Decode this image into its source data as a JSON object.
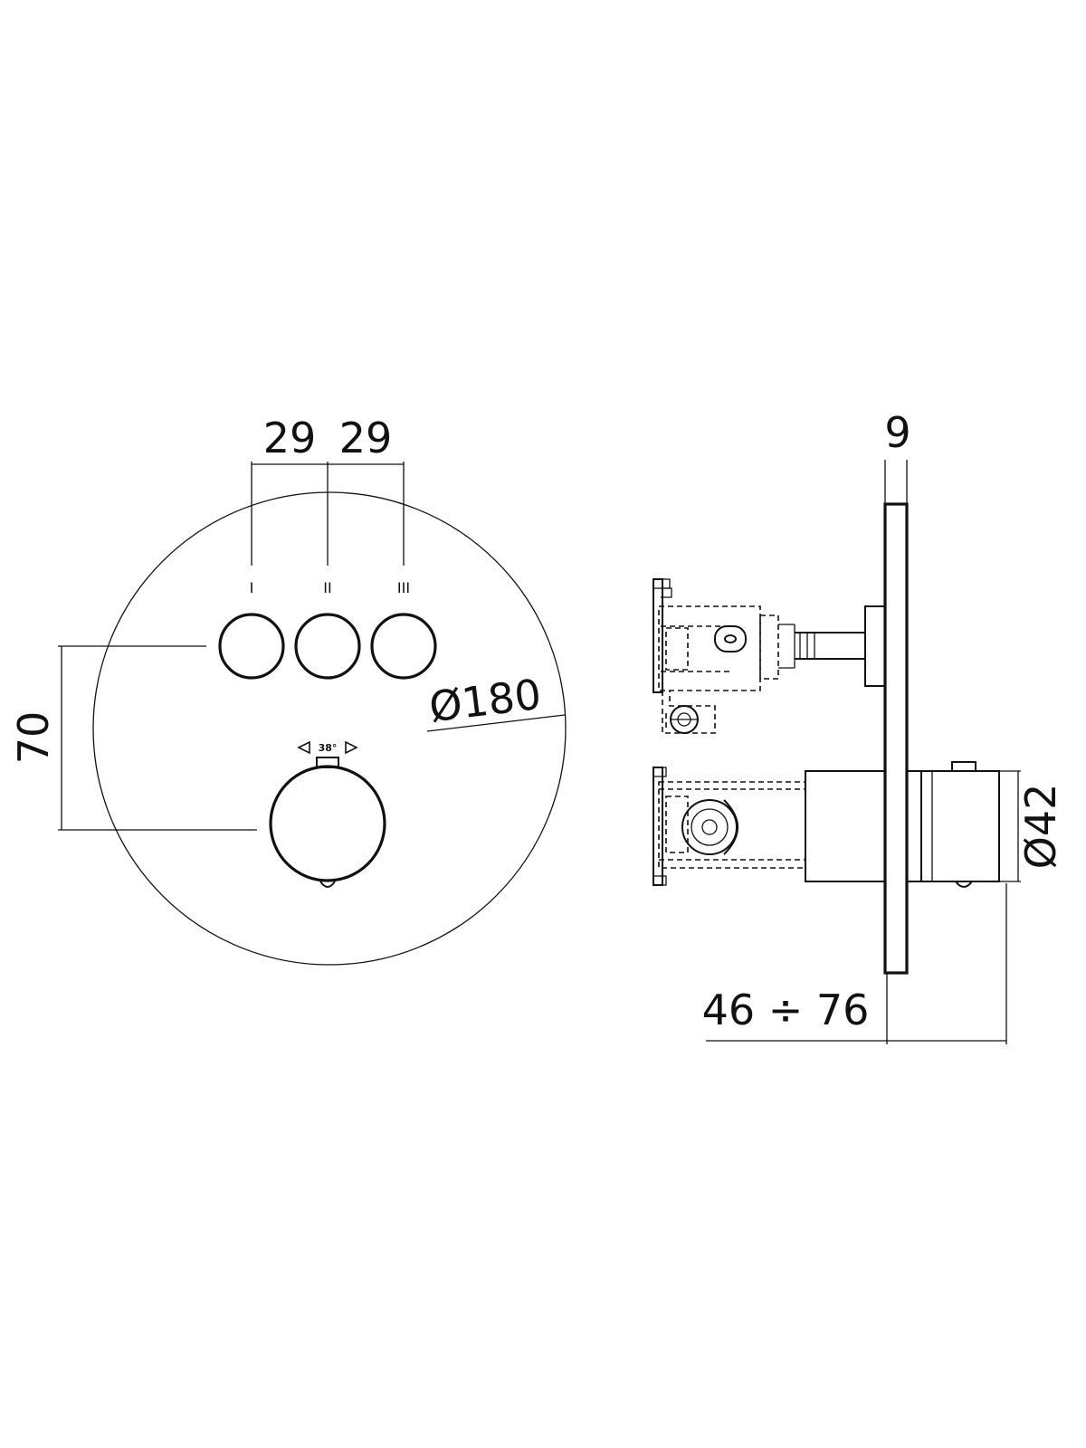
{
  "front_view": {
    "button_spacing_left": "29",
    "button_spacing_right": "29",
    "button_marks": [
      "I",
      "II",
      "III"
    ],
    "diameter_label": "Ø180",
    "height_label": "70",
    "rotation_label": "38°"
  },
  "side_view": {
    "plate_thickness_label": "9",
    "knob_diameter_label": "Ø42",
    "depth_range_label": "46 ÷ 76"
  },
  "colors": {
    "line": "#111111",
    "background": "#ffffff"
  }
}
